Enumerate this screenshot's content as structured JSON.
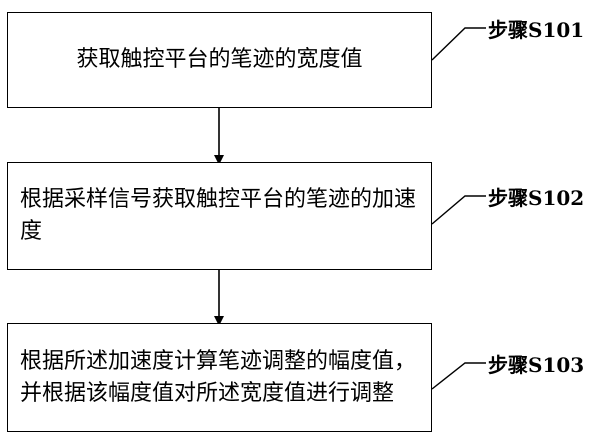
{
  "steps": [
    {
      "tag": "步骤S101",
      "text": "获取触控平台的笔迹的宽度值"
    },
    {
      "tag": "步骤S102",
      "text": "根据采样信号获取触控平台的笔迹的加速度"
    },
    {
      "tag": "步骤S103",
      "text": "根据所述加速度计算笔迹调整的幅度值，并根据该幅度值对所述宽度值进行调整"
    }
  ]
}
